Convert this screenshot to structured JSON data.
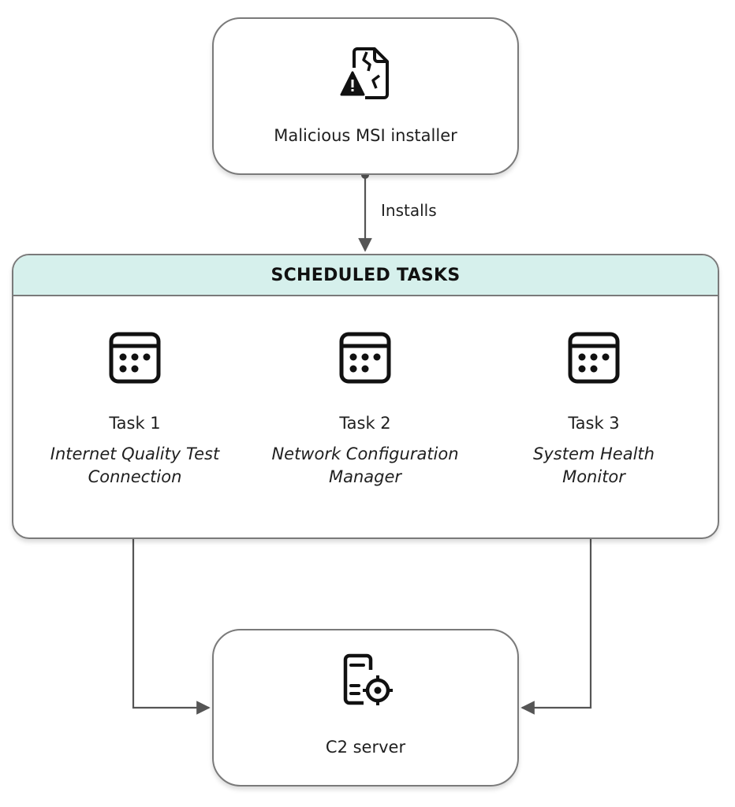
{
  "installer": {
    "label": "Malicious MSI installer",
    "icon": "file-warning-icon"
  },
  "edge_installs": {
    "label": "Installs"
  },
  "scheduled_tasks": {
    "title": "SCHEDULED TASKS",
    "header_color": "#d6f0ec",
    "tasks": [
      {
        "name": "Task 1",
        "description_line1": "Internet Quality Test",
        "description_line2": "Connection",
        "icon": "calendar-icon"
      },
      {
        "name": "Task 2",
        "description_line1": "Network Configuration",
        "description_line2": "Manager",
        "icon": "calendar-icon"
      },
      {
        "name": "Task 3",
        "description_line1": "System Health",
        "description_line2": "Monitor",
        "icon": "calendar-icon"
      }
    ]
  },
  "c2": {
    "label": "C2 server",
    "icon": "server-target-icon"
  },
  "colors": {
    "border": "#7a7a7a",
    "arrow": "#555555"
  }
}
